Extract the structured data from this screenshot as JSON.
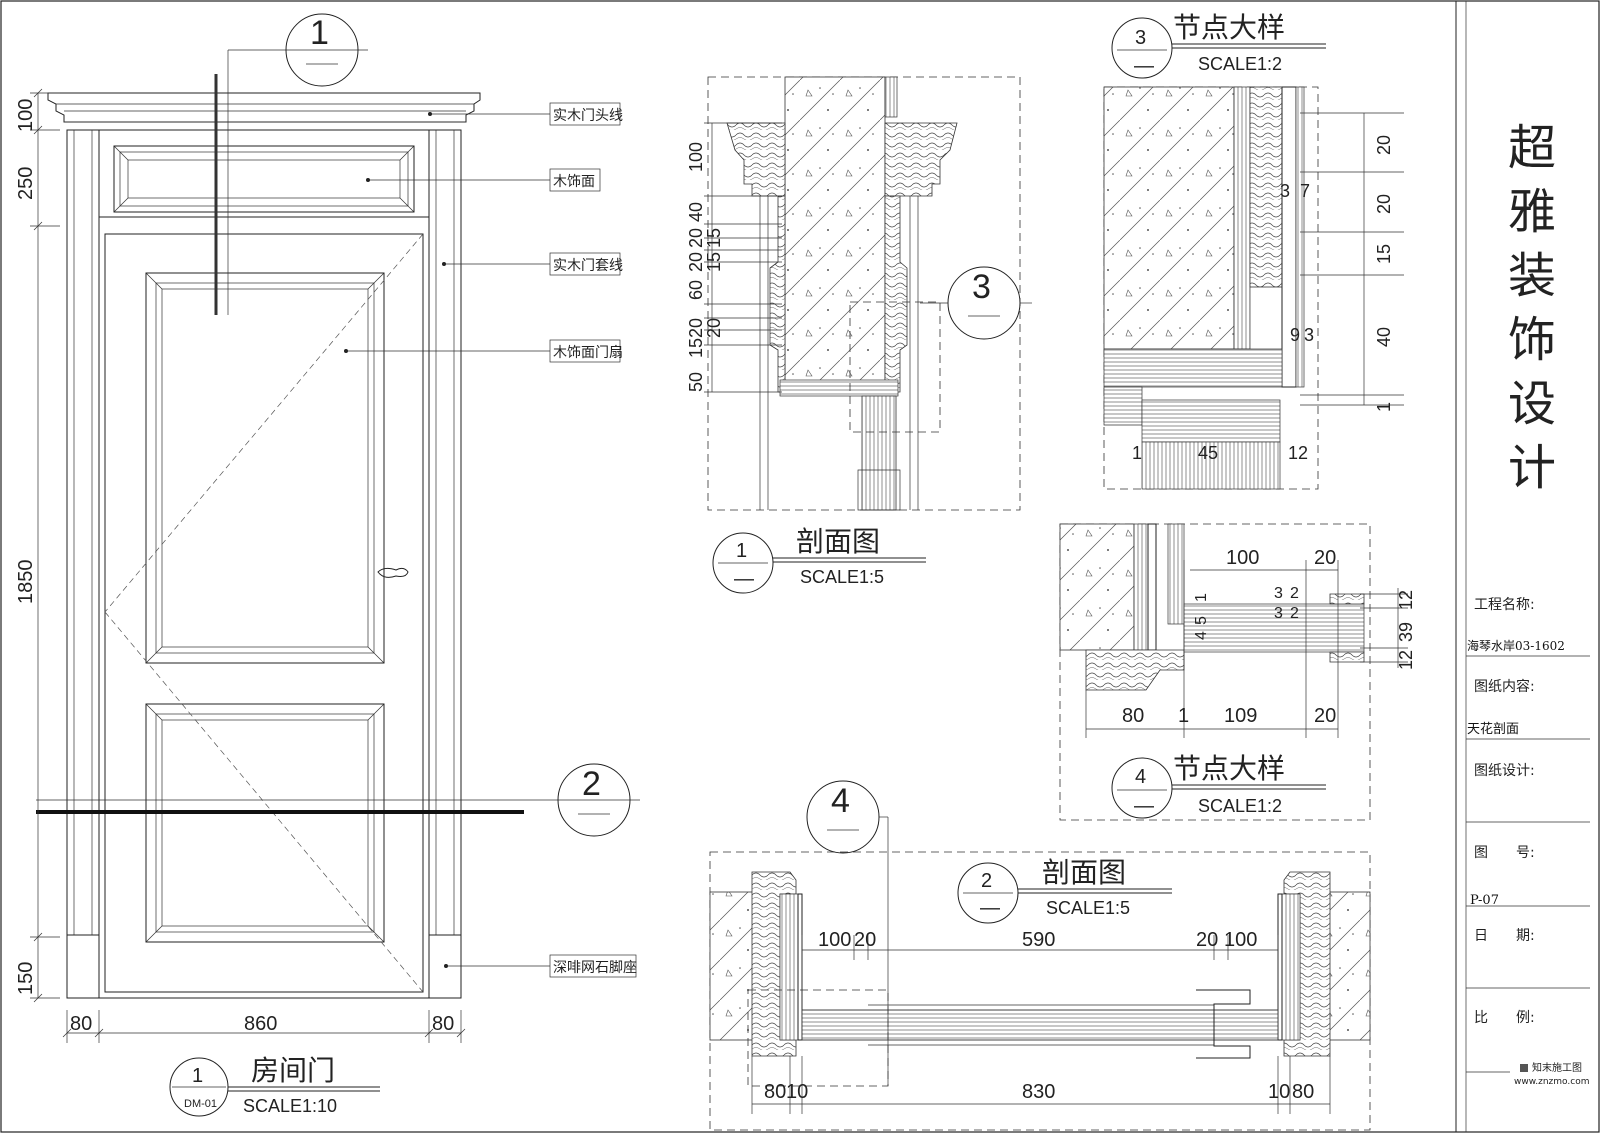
{
  "title_block": {
    "company_chars": [
      "超",
      "雅",
      "装",
      "饰",
      "设",
      "计"
    ],
    "project_name_label": "工程名称:",
    "project_name_value": "海琴水岸03-1602",
    "content_label": "图纸内容:",
    "content_value": "天花剖面",
    "designer_label": "图纸设计:",
    "drawing_no_label": "图　　号:",
    "drawing_no_value": "P-07",
    "date_label": "日　　期:",
    "scale_label": "比　　例:",
    "watermark_name": "知末施工图",
    "watermark_url": "www.znzmo.com"
  },
  "elevation": {
    "title": "房间门",
    "code_num": "1",
    "code_sub": "DM-01",
    "scale": "SCALE1:10",
    "callouts": [
      "实木门头线",
      "木饰面",
      "实木门套线",
      "木饰面门扇",
      "深啡网石脚座"
    ],
    "dims_vertical": [
      "100",
      "250",
      "1850",
      "150"
    ],
    "dims_horizontal": [
      "80",
      "860",
      "80"
    ],
    "section_markers": [
      "1",
      "2"
    ]
  },
  "section1": {
    "title": "剖面图",
    "num": "1",
    "scale": "SCALE1:5",
    "dims_vertical": [
      "100",
      "40",
      "20",
      "15",
      "20",
      "15",
      "60",
      "20",
      "15",
      "20",
      "50"
    ],
    "detail_marker": "3"
  },
  "detail3": {
    "title": "节点大样",
    "num": "3",
    "scale": "SCALE1:2",
    "dims_right": [
      "20",
      "20",
      "15",
      "40",
      "1"
    ],
    "dims_inner": [
      "3",
      "7",
      "9",
      "3"
    ],
    "dims_bottom": [
      "1",
      "45",
      "12"
    ]
  },
  "detail4": {
    "title": "节点大样",
    "num": "4",
    "scale": "SCALE1:2",
    "dims_top": [
      "100",
      "20"
    ],
    "dims_bottom": [
      "80",
      "1",
      "109",
      "20"
    ],
    "dims_inner": [
      "3",
      "2",
      "3",
      "2",
      "4",
      "5",
      "1"
    ],
    "dims_right": [
      "12",
      "39",
      "12"
    ]
  },
  "section2": {
    "title": "剖面图",
    "num": "2",
    "scale": "SCALE1:5",
    "detail_marker": "4",
    "dims_top": [
      "100",
      "20",
      "590",
      "20",
      "100"
    ],
    "dims_bottom": [
      "80",
      "10",
      "830",
      "10",
      "80"
    ]
  }
}
